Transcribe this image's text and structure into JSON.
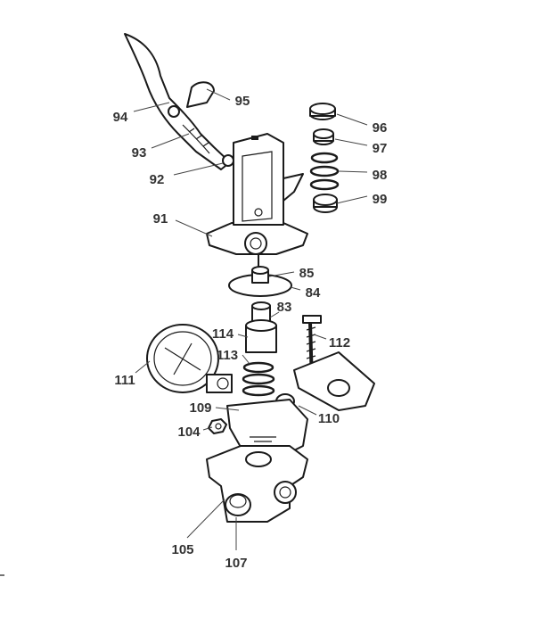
{
  "diagram": {
    "type": "exploded-parts-view",
    "labels": {
      "l94": "94",
      "l95": "95",
      "l93": "93",
      "l92": "92",
      "l91": "91",
      "l96": "96",
      "l97": "97",
      "l98": "98",
      "l99": "99",
      "l85": "85",
      "l84": "84",
      "l83": "83",
      "l114": "114",
      "l113": "113",
      "l112": "112",
      "l111": "111",
      "l109": "109",
      "l110": "110",
      "l104": "104",
      "l105": "105",
      "l107": "107"
    },
    "colors": {
      "ink": "#1a1a1a",
      "label": "#333333",
      "background": "#ffffff"
    }
  }
}
